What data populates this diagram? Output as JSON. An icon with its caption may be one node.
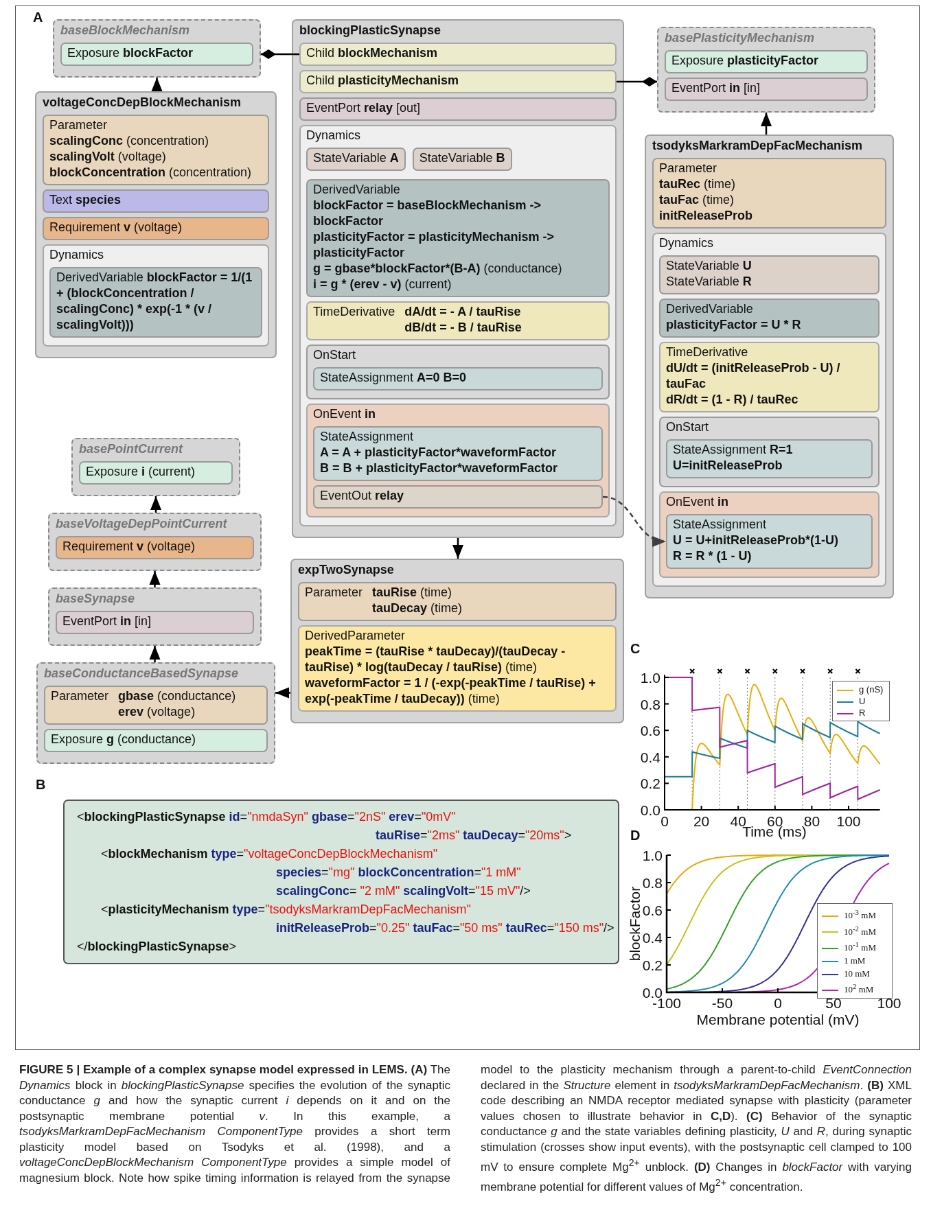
{
  "diagram": {
    "caption": "**FIGURE 5 | Example of a complex synapse model expressed in LEMS. (A)** The *Dynamics* block in *blockingPlasticSynapse* specifies the evolution of the synaptic conductance *g* and how the synaptic current *i* depends on it and on the postsynaptic membrane potential *v*. In this example, a *tsodyksMarkramDepFacMechanism ComponentType* provides a short term plasticity model based on Tsodyks et al. (1998), and a *voltageConcDepBlockMechanism ComponentType* provides a simple model of magnesium block. Note how spike timing information is relayed from the synapse model to the plasticity mechanism through a parent-to-child *EventConnection* declared in the *Structure* element in *tsodyksMarkramDepFacMechanism*. **(B)** XML code describing an NMDA receptor mediated synapse with plasticity (parameter values chosen to illustrate behavior in **C,D**). **(C)** Behavior of the synaptic conductance *g* and the state variables defining plasticity, *U* and *R*, during synaptic stimulation (crosses show input events), with the postsynaptic cell clamped to 100 mV to ensure complete Mg$^{2+}$ unblock. **(D)** Changes in *blockFactor* with varying membrane potential for different values of Mg$^{2+}$ concentration.",
    "nodes": [
      {
        "text": [
          "baseBlockMechanism"
        ]
      },
      {
        "text": [
          "Exposure **blockFactor**"
        ],
        "in": 0
      },
      {
        "text": [
          "voltageConcDepBlockMechanism"
        ]
      },
      {
        "text": [
          "Parameter",
          "**scalingConc** (concentration)",
          "**scalingVolt** (voltage)",
          "**blockConcentration** (concentration)"
        ],
        "in": 2
      },
      {
        "text": [
          "Text **species**"
        ],
        "in": 2
      },
      {
        "text": [
          "Requirement **v** (voltage)"
        ],
        "in": 2
      },
      {
        "text": [
          "Dynamics"
        ],
        "in": 2
      },
      {
        "text": [
          "DerivedVariable **blockFactor = 1/(1 + (blockConcentration / scalingConc) * exp(-1 * (v / scalingVolt)))**"
        ],
        "in": 6
      },
      {
        "text": [
          "blockingPlasticSynapse"
        ]
      },
      {
        "text": [
          "Child **blockMechanism**"
        ],
        "in": 8
      },
      {
        "text": [
          "Child **plasticityMechanism**"
        ],
        "in": 8
      },
      {
        "text": [
          "EventPort **relay** [out]"
        ],
        "in": 8
      },
      {
        "text": [
          "Dynamics"
        ],
        "in": 8
      },
      {
        "text": [
          "StateVariable **A**"
        ],
        "in": 12
      },
      {
        "text": [
          "StateVariable **B**"
        ],
        "in": 12
      },
      {
        "text": [
          "DerivedVariable",
          "**blockFactor = baseBlockMechanism -> blockFactor**",
          "**plasticityFactor = plasticityMechanism -> plasticityFactor**",
          "**g = gbase*blockFactor*(B-A)** (conductance)",
          "**i = g * (erev - v)** (current)"
        ],
        "in": 12
      },
      {
        "text": [
          "TimeDerivative",
          "**dA/dt = - A / tauRise**",
          "**dB/dt = - B / tauRise**"
        ],
        "in": 12
      },
      {
        "text": [
          "OnStart"
        ],
        "in": 12
      },
      {
        "text": [
          "StateAssignment **A=0 B=0**"
        ],
        "in": 17
      },
      {
        "text": [
          "OnEvent **in**"
        ],
        "in": 12
      },
      {
        "text": [
          "StateAssignment",
          "**A = A + plasticityFactor*waveformFactor**",
          "**B = B + plasticityFactor*waveformFactor**"
        ],
        "in": 19
      },
      {
        "text": [
          "EventOut **relay**"
        ],
        "in": 19
      },
      {
        "text": [
          "basePlasticityMechanism"
        ]
      },
      {
        "text": [
          "Exposure **plasticityFactor**"
        ],
        "in": 22
      },
      {
        "text": [
          "EventPort **in** [in]"
        ],
        "in": 22
      },
      {
        "text": [
          "tsodyksMarkramDepFacMechanism"
        ]
      },
      {
        "text": [
          "Parameter",
          "**tauRec** (time)",
          "**tauFac** (time)",
          "**initReleaseProb**"
        ],
        "in": 25
      },
      {
        "text": [
          "Dynamics"
        ],
        "in": 25
      },
      {
        "text": [
          "StateVariable **U**",
          "StateVariable **R**"
        ],
        "in": 27
      },
      {
        "text": [
          "DerivedVariable",
          "**plasticityFactor = U * R**"
        ],
        "in": 27
      },
      {
        "text": [
          "TimeDerivative",
          "**dU/dt = (initReleaseProb - U) / tauFac**",
          "**dR/dt = (1 - R) / tauRec**"
        ],
        "in": 27
      },
      {
        "text": [
          "OnStart"
        ],
        "in": 27
      },
      {
        "text": [
          "StateAssignment **R=1**",
          "**U=initReleaseProb**"
        ],
        "in": 31
      },
      {
        "text": [
          "OnEvent **in**"
        ],
        "in": 27
      },
      {
        "text": [
          "StateAssignment",
          "**U = U+initReleaseProb*(1-U)**",
          "**R = R * (1 - U)**"
        ],
        "in": 33
      },
      {
        "text": [
          "basePointCurrent"
        ]
      },
      {
        "text": [
          "Exposure **i** (current)"
        ],
        "in": 35
      },
      {
        "text": [
          "baseVoltageDepPointCurrent"
        ]
      },
      {
        "text": [
          "Requirement **v** (voltage)"
        ],
        "in": 37
      },
      {
        "text": [
          "baseSynapse"
        ]
      },
      {
        "text": [
          "EventPort **in** [in]"
        ],
        "in": 39
      },
      {
        "text": [
          "baseConductanceBasedSynapse"
        ]
      },
      {
        "text": [
          "Parameter",
          "**gbase** (conductance)",
          "**erev** (voltage)"
        ],
        "in": 41
      },
      {
        "text": [
          "Exposure **g** (conductance)"
        ],
        "in": 41
      },
      {
        "text": [
          "expTwoSynapse"
        ]
      },
      {
        "text": [
          "Parameter",
          "**tauRise** (time)",
          "**tauDecay** (time)"
        ],
        "in": 44
      },
      {
        "text": [
          "DerivedParameter",
          "**peakTime = (tauRise * tauDecay)/(tauDecay - tauRise) * log(tauDecay / tauRise)** (time)",
          "**waveformFactor = 1 / (-exp(-peakTime / tauRise) + exp(-peakTime / tauDecay))** (time)"
        ],
        "in": 44
      },
      {
        "text": [
          "<blockingPlasticSynapse id=\"nmdaSyn\" gbase=\"2nS\" erev=\"0mV\"",
          "tauRise=\"2ms\" tauDecay=\"20ms\">",
          "<blockMechanism type=\"voltageConcDepBlockMechanism\"",
          "species=\"mg\" blockConcentration=\"1 mM\"",
          "scalingConc= \"2 mM\" scalingVolt=\"15 mV\"/>",
          "<plasticityMechanism type=\"tsodyksMarkramDepFacMechanism\"",
          "initReleaseProb=\"0.25\" tauFac=\"50 ms\" tauRec=\"150 ms\"/>",
          "</blockingPlasticSynapse>"
        ]
      }
    ],
    "edges": [
      {
        "from": 0,
        "to": 9,
        "arrow": "other"
      },
      {
        "from": 22,
        "to": 10,
        "arrow": "other"
      },
      {
        "from": 2,
        "to": 0,
        "arrow": "to"
      },
      {
        "from": 25,
        "to": 22,
        "arrow": "to"
      },
      {
        "from": 37,
        "to": 35,
        "arrow": "to"
      },
      {
        "from": 39,
        "to": 37,
        "arrow": "to"
      },
      {
        "from": 41,
        "to": 39,
        "arrow": "to"
      },
      {
        "from": 8,
        "to": 44,
        "arrow": "to"
      },
      {
        "from": 44,
        "to": 41,
        "arrow": "to"
      },
      {
        "from": 21,
        "to": 34,
        "arrow": "to",
        "style": "dashed",
        "color": "#404040"
      }
    ],
    "labels": [
      "A",
      "B",
      "C",
      "1.0",
      "0.8",
      "0.6",
      "0.4",
      "0.2",
      "0.0",
      "0",
      "20",
      "40",
      "60",
      "80",
      "100",
      "D",
      "Time (ms)",
      "1.0",
      "0.8",
      "0.6",
      "0.4",
      "0.2",
      "0.0",
      "blockFactor",
      "-100",
      "-50",
      "0",
      "50",
      "100",
      "Membrane potential (mV)"
    ],
    "legend": [
      {
        "text": "g (nS)"
      },
      {
        "text": "U"
      },
      {
        "text": "R"
      },
      {
        "text": "10$^{-3}$ mM"
      },
      {
        "text": "10$^{-2}$ mM"
      },
      {
        "text": "10$^{-1}$ mM"
      },
      {
        "text": "1 mM"
      },
      {
        "text": "10 mM"
      },
      {
        "text": "10$^{2}$ mM"
      }
    ]
  }
}
